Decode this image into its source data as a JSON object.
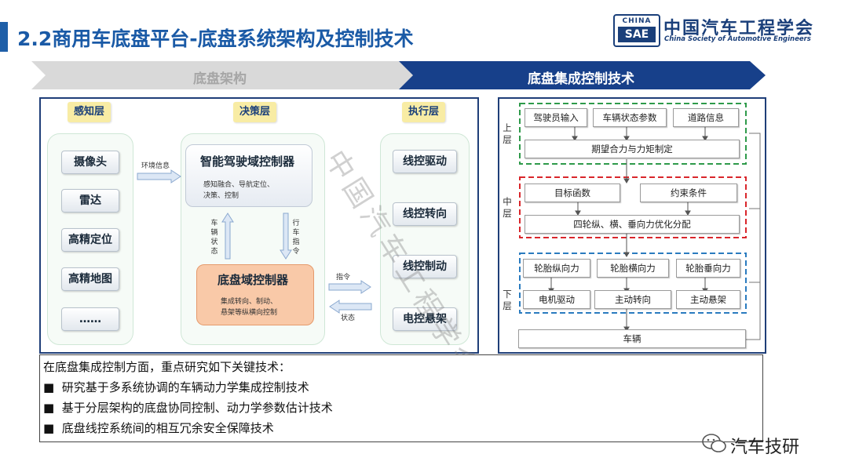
{
  "slide_title": "2.2商用车底盘平台-底盘系统架构及控制技术",
  "logo": {
    "china": "CHINA",
    "sae": "SAE",
    "org_cn": "中国汽车工程学会",
    "org_en": "China Society of Automotive Engineers"
  },
  "chevrons": {
    "left": "底盘架构",
    "right": "底盘集成控制技术",
    "left_color": "#d9d9d9",
    "right_color": "#17408a"
  },
  "architecture": {
    "perception": {
      "title": "感知层",
      "items": [
        "摄像头",
        "雷达",
        "高精定位",
        "高精地图",
        "……"
      ]
    },
    "decision": {
      "title": "决策层",
      "adas": {
        "title": "智能驾驶域控制器",
        "desc1": "感知融合、导航定位、",
        "desc2": "决策、控制"
      },
      "chassis": {
        "title": "底盘域控制器",
        "desc1": "集成转向、制动、",
        "desc2": "悬架等纵横向控制"
      },
      "vehicle_state": "车辆状态",
      "drive_cmd": "行车指令"
    },
    "execution": {
      "title": "执行层",
      "items": [
        "线控驱动",
        "线控转向",
        "线控制动",
        "电控悬架"
      ]
    },
    "env_info": "环境信息",
    "cmd": "指令",
    "state": "状态"
  },
  "control": {
    "upper": {
      "label": "上层",
      "inputs": [
        "驾驶员输入",
        "车辆状态参数",
        "道路信息"
      ],
      "output": "期望合力与力矩制定"
    },
    "middle": {
      "label": "中层",
      "inputs": [
        "目标函数",
        "约束条件"
      ],
      "output": "四轮纵、横、垂向力优化分配"
    },
    "lower": {
      "label": "下层",
      "forces": [
        "轮胎纵向力",
        "轮胎横向力",
        "轮胎垂向力"
      ],
      "actuators": [
        "电机驱动",
        "主动转向",
        "主动悬架"
      ]
    },
    "vehicle": "车辆",
    "colors": {
      "upper": "#2e9a4a",
      "middle": "#d9262b",
      "lower": "#2a7bbf"
    }
  },
  "summary": {
    "intro": "在底盘集成控制方面，重点研究如下关键技术：",
    "bullets": [
      "研究基于多系统协调的车辆动力学集成控制技术",
      "基于分层架构的底盘协同控制、动力学参数估计技术",
      "底盘线控系统间的相互冗余安全保障技术"
    ]
  },
  "watermark": "中国汽车工程学会",
  "wechat": "汽车技研"
}
